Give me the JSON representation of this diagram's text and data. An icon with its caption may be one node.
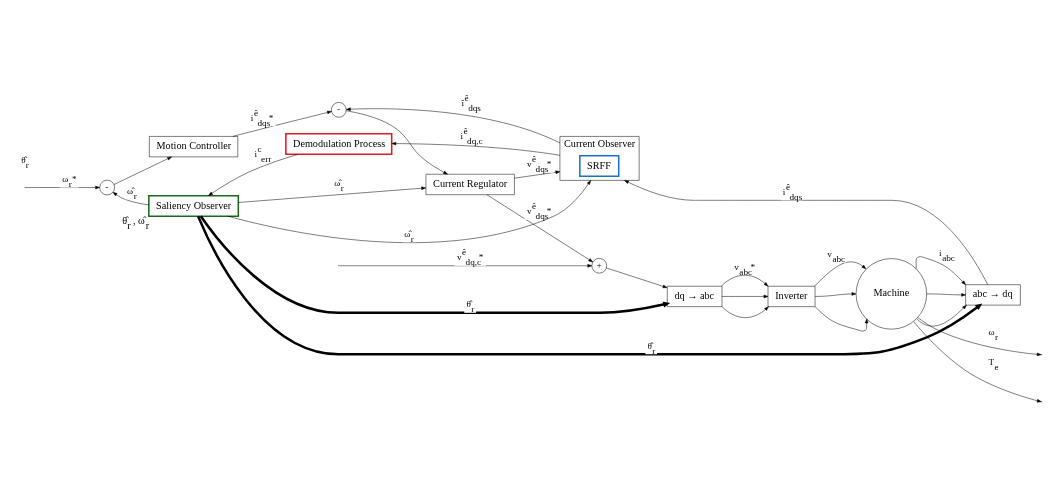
{
  "diagram": {
    "nodes": [
      {
        "text": [
          "-"
        ]
      },
      {
        "text": [
          "Motion Controller"
        ]
      },
      {
        "text": [
          "-"
        ]
      },
      {
        "text": [
          "Current Regulator"
        ]
      },
      {
        "text": [
          "+"
        ]
      },
      {
        "text": [
          "dq → abc"
        ]
      },
      {
        "text": [
          "Inverter"
        ]
      },
      {
        "text": [
          "Machine"
        ]
      },
      {
        "text": [
          "abc → dq"
        ]
      },
      {
        "text": [
          "Current Observer"
        ]
      },
      {
        "text": [
          "SRFF"
        ],
        "in": 9
      },
      {
        "text": [
          "Demodulation Process"
        ]
      },
      {
        "text": [
          "Saliency Observer"
        ],
        "beside": [
          "θ̂$_{r}$ , ω̂$_{r}$"
        ]
      }
    ],
    "edges": [
      {
        "from": null,
        "to": 0,
        "arrow": "to",
        "label": "ω$_{r}$*"
      },
      {
        "from": 0,
        "to": 1,
        "arrow": "to"
      },
      {
        "from": 1,
        "to": 2,
        "arrow": "to",
        "label": "i$^{ê}$$_{dqs}$*"
      },
      {
        "from": 2,
        "to": 3,
        "arrow": "to"
      },
      {
        "from": 3,
        "to": 4,
        "arrow": "to",
        "label": "v$^{ê}$$_{dqs}$*"
      },
      {
        "from": null,
        "to": 4,
        "arrow": "to",
        "label": "v$^{ê}$$_{dq,c}$*"
      },
      {
        "from": 4,
        "to": 5,
        "arrow": "to"
      },
      {
        "from": 5,
        "to": 6,
        "arrow": "to",
        "label": "v$_{abc}$*"
      },
      {
        "from": 5,
        "to": 6,
        "arrow": "to"
      },
      {
        "from": 5,
        "to": 6,
        "arrow": "to"
      },
      {
        "from": 6,
        "to": 7,
        "arrow": "to",
        "label": "v$_{abc}$"
      },
      {
        "from": 6,
        "to": 7,
        "arrow": "to"
      },
      {
        "from": 6,
        "to": 7,
        "arrow": "to"
      },
      {
        "from": 7,
        "to": null,
        "arrow": "to",
        "label": "T$_{e}$"
      },
      {
        "from": 7,
        "to": null,
        "arrow": "to",
        "label": "ω$_{r}$"
      },
      {
        "from": 7,
        "to": 8,
        "arrow": "to",
        "label": "i$_{abc}$"
      },
      {
        "from": 7,
        "to": 8,
        "arrow": "to"
      },
      {
        "from": 7,
        "to": 8,
        "arrow": "to"
      },
      {
        "from": 8,
        "to": 9,
        "arrow": "to",
        "label": "i$^{ê}$$_{dqs}$"
      },
      {
        "from": 9,
        "to": 2,
        "arrow": "to",
        "label": "î$^{ê}$$_{dqs}$"
      },
      {
        "from": 9,
        "to": 11,
        "arrow": "to",
        "label": "i$^{ê}$$_{dq,c}$"
      },
      {
        "from": 11,
        "to": 12,
        "arrow": "to",
        "label": "i$^{c}$$_{err}$"
      },
      {
        "from": 12,
        "to": 0,
        "arrow": "to",
        "label": "ω̂$_{r}$"
      },
      {
        "from": 12,
        "to": 3,
        "arrow": "to",
        "label": "ω̂$_{r}$"
      },
      {
        "from": 12,
        "to": 9,
        "arrow": "to",
        "label": "ω̂$_{r}$"
      },
      {
        "from": 3,
        "to": 9,
        "arrow": "to",
        "label": "v$^{ê}$$_{dqs}$*"
      },
      {
        "from": 12,
        "to": 5,
        "arrow": "to",
        "label": "θ̂$_{r}$",
        "style": "thick"
      },
      {
        "from": 12,
        "to": 8,
        "arrow": "to",
        "label": "θ̂$_{r}$",
        "style": "thick"
      }
    ],
    "labels": [
      "θ̂$_{r}$"
    ]
  }
}
